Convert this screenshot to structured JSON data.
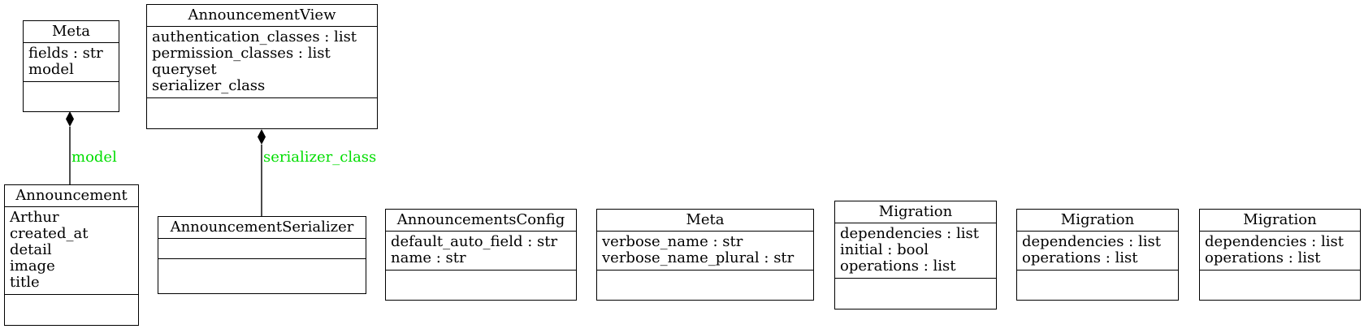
{
  "classes": [
    {
      "id": "meta1",
      "title": "Meta",
      "attributes": [
        "fields : str",
        "model"
      ]
    },
    {
      "id": "announcement_view",
      "title": "AnnouncementView",
      "attributes": [
        "authentication_classes : list",
        "permission_classes : list",
        "queryset",
        "serializer_class"
      ]
    },
    {
      "id": "announcement",
      "title": "Announcement",
      "attributes": [
        "Arthur",
        "created_at",
        "detail",
        "image",
        "title"
      ]
    },
    {
      "id": "announcement_serializer",
      "title": "AnnouncementSerializer",
      "attributes": []
    },
    {
      "id": "announcements_config",
      "title": "AnnouncementsConfig",
      "attributes": [
        "default_auto_field : str",
        "name : str"
      ]
    },
    {
      "id": "meta2",
      "title": "Meta",
      "attributes": [
        "verbose_name : str",
        "verbose_name_plural : str"
      ]
    },
    {
      "id": "migration1",
      "title": "Migration",
      "attributes": [
        "dependencies : list",
        "initial : bool",
        "operations : list"
      ]
    },
    {
      "id": "migration2",
      "title": "Migration",
      "attributes": [
        "dependencies : list",
        "operations : list"
      ]
    },
    {
      "id": "migration3",
      "title": "Migration",
      "attributes": [
        "dependencies : list",
        "operations : list"
      ]
    }
  ],
  "edges": [
    {
      "from": "announcement",
      "to": "meta1",
      "type": "composition",
      "label": "model"
    },
    {
      "from": "announcement_serializer",
      "to": "announcement_view",
      "type": "composition",
      "label": "serializer_class"
    }
  ],
  "colors": {
    "label": "#00dd00",
    "stroke": "#000000"
  }
}
